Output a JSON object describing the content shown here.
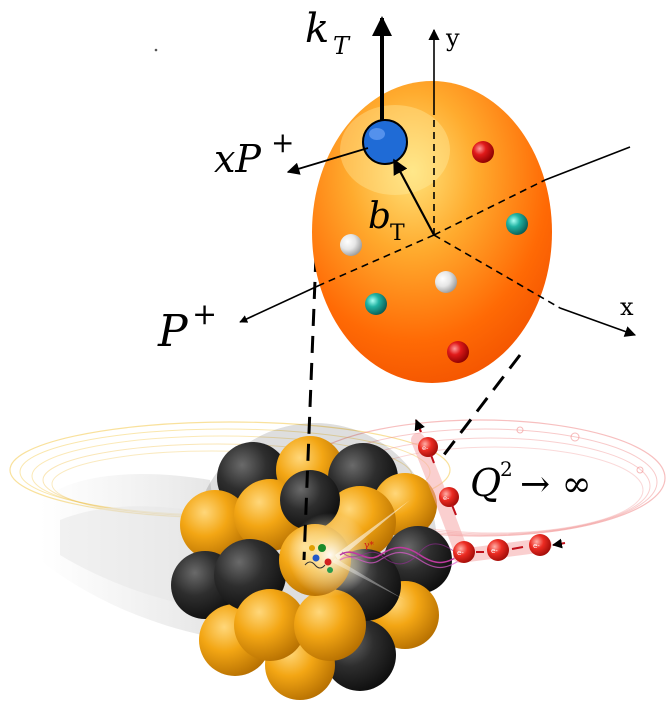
{
  "labels": {
    "kT_main": "k",
    "kT_sub": "T",
    "y_axis": "y",
    "x_axis": "x",
    "xP_main": "xP",
    "xP_sup": "+",
    "P_main": "P",
    "P_sup": "+",
    "bT_main": "b",
    "bT_sub": "T",
    "Q_main": "Q",
    "Q_sup": "2",
    "Q_arrow": "→ ∞",
    "gamma": "γ*",
    "electron": "e-"
  },
  "colors": {
    "proton_dark": "#ff5a00",
    "proton_light": "#ffd24a",
    "parton_blue": "#1f6bd6",
    "red_quark": "#d10c14",
    "teal_quark": "#1fa89a",
    "white_quark": "#e8e8e8",
    "nucleon_gold": "#f0a414",
    "nucleon_black": "#2a2a2a",
    "electron_red": "#e8231e",
    "beam_pink": "#f7a6a6",
    "beam_yellow": "#f2c230"
  }
}
